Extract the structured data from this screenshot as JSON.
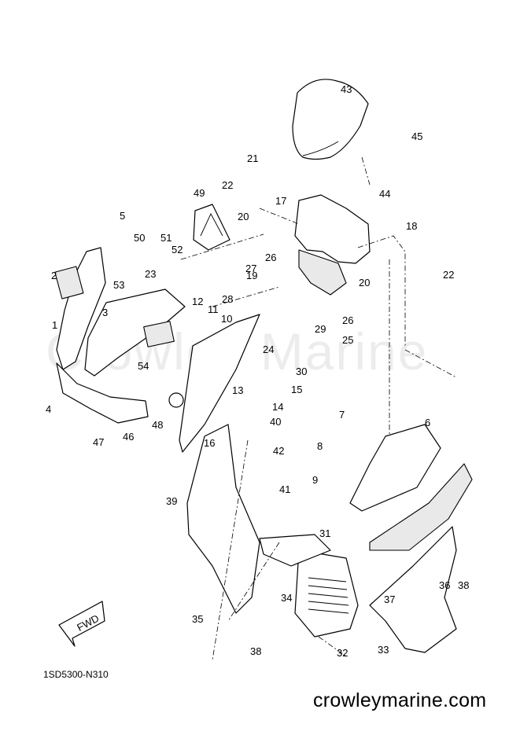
{
  "diagram": {
    "code": "1SD5300-N310",
    "website": "crowleymarine.com",
    "watermark": "Crowley Marine",
    "direction_label": "FWD",
    "callouts": [
      "43",
      "45",
      "21",
      "22",
      "17",
      "44",
      "49",
      "5",
      "50",
      "51",
      "52",
      "53",
      "23",
      "2",
      "3",
      "1",
      "4",
      "47",
      "46",
      "48",
      "54",
      "20",
      "18",
      "27",
      "26",
      "19",
      "28",
      "12",
      "11",
      "10",
      "13",
      "15",
      "14",
      "16",
      "24",
      "29",
      "25",
      "30",
      "40",
      "42",
      "39",
      "41",
      "7",
      "6",
      "8",
      "9",
      "31",
      "22",
      "26",
      "20",
      "36",
      "38",
      "34",
      "35",
      "37",
      "33",
      "32",
      "38"
    ]
  }
}
